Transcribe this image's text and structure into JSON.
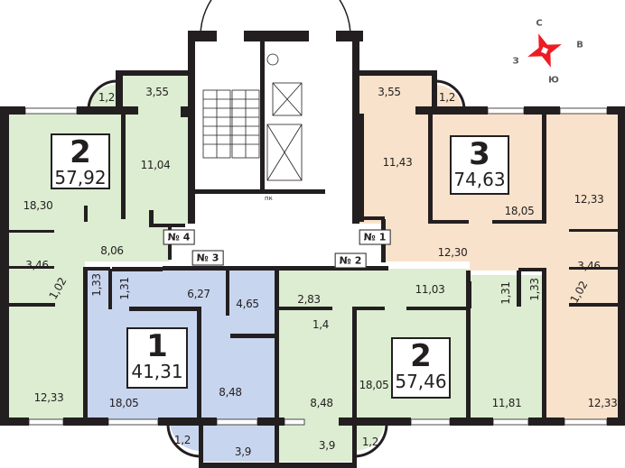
{
  "colors": {
    "green": "#dcedd1",
    "peach": "#f9e2cb",
    "blue": "#c8d5ee",
    "wall": "#231f20",
    "compass": "#ed1c24"
  },
  "apartments": [
    {
      "id": "apt-2-left",
      "rooms": "2",
      "area": "57,92",
      "color": "green"
    },
    {
      "id": "apt-3",
      "rooms": "3",
      "area": "74,63",
      "color": "peach"
    },
    {
      "id": "apt-1",
      "rooms": "1",
      "area": "41,31",
      "color": "blue"
    },
    {
      "id": "apt-2-right",
      "rooms": "2",
      "area": "57,46",
      "color": "green"
    }
  ],
  "entrance_tags": [
    "№ 4",
    "№ 1",
    "№ 3",
    "№ 2"
  ],
  "compass": {
    "north": "С",
    "east": "В",
    "south": "Ю",
    "west": "З"
  },
  "stair_label": "пк",
  "rooms": {
    "a2l": [
      "3,55",
      "1,2",
      "11,04",
      "18,30",
      "8,06",
      "3,46",
      "1,02",
      "1,33",
      "12,33"
    ],
    "a3": [
      "3,55",
      "1,2",
      "11,43",
      "18,05",
      "12,33",
      "12,30",
      "3,46",
      "1,02",
      "1,33",
      "12,33"
    ],
    "a1": [
      "1,31",
      "6,27",
      "4,65",
      "18,05",
      "8,48",
      "1,2",
      "3,9"
    ],
    "a2r": [
      "2,83",
      "1,4",
      "11,03",
      "1,31",
      "18,05",
      "8,48",
      "11,81",
      "3,9",
      "1,2"
    ]
  }
}
